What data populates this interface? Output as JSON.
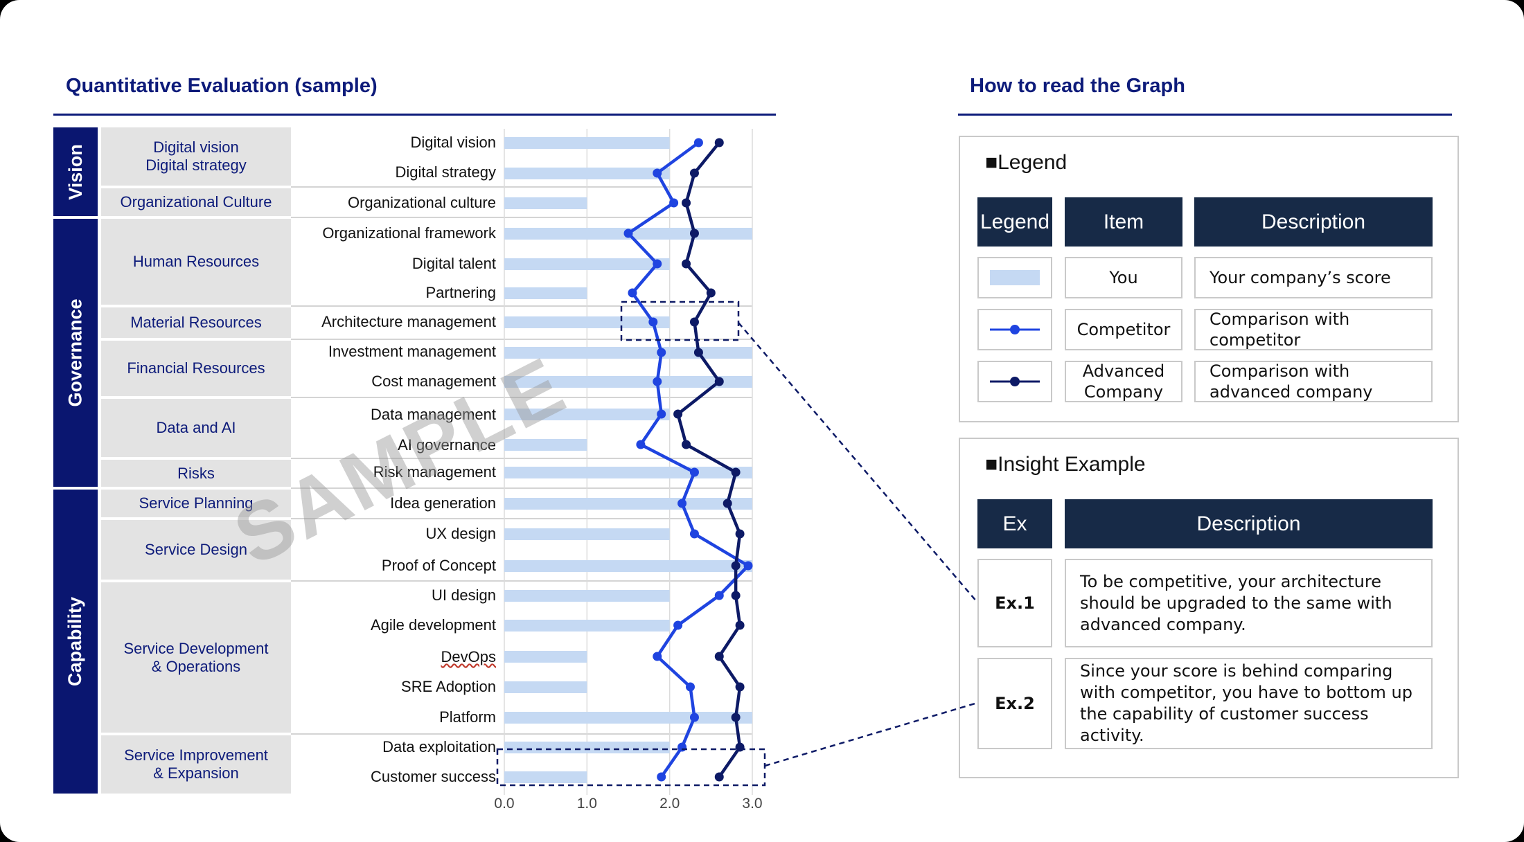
{
  "left": {
    "title": "Quantitative Evaluation (sample)",
    "watermark": "SAMPLE",
    "bands": [
      "Vision",
      "Governance",
      "Capability"
    ],
    "categories": [
      "Digital vision\nDigital strategy",
      "Organizational Culture",
      "Human Resources",
      "Material Resources",
      "Financial Resources",
      "Data and AI",
      "Risks",
      "Service Planning",
      "Service Design",
      "Service Development\n& Operations",
      "Service Improvement\n& Expansion"
    ]
  },
  "right": {
    "title": "How to read the Graph",
    "legend_panel": {
      "heading": "■Legend",
      "headers": [
        "Legend",
        "Item",
        "Description"
      ],
      "rows": [
        {
          "item": "You",
          "description": "Your company’s score"
        },
        {
          "item": "Competitor",
          "description": "Comparison with competitor"
        },
        {
          "item": "Advanced Company",
          "description": "Comparison with advanced company"
        }
      ]
    },
    "insight_panel": {
      "heading": "■Insight Example",
      "headers": [
        "Ex",
        "Description"
      ],
      "rows": [
        {
          "ex": "Ex.1",
          "description": "To be competitive, your architecture should be upgraded to the same with advanced company."
        },
        {
          "ex": "Ex.2",
          "description": "Since your score is behind comparing with competitor, you have to bottom up the capability of customer success activity."
        }
      ]
    }
  },
  "chart_data": {
    "type": "bar",
    "orientation": "horizontal",
    "categories": [
      "Digital vision",
      "Digital strategy",
      "Organizational culture",
      "Organizational framework",
      "Digital talent",
      "Partnering",
      "Architecture management",
      "Investment management",
      "Cost management",
      "Data management",
      "AI governance",
      "Risk management",
      "Idea generation",
      "UX design",
      "Proof of Concept",
      "UI design",
      "Agile development",
      "DevOps",
      "SRE Adoption",
      "Platform",
      "Data exploitation",
      "Customer success"
    ],
    "xlim": [
      0,
      3
    ],
    "xticks": [
      "0.0",
      "1.0",
      "2.0",
      "3.0"
    ],
    "grid": true,
    "series": [
      {
        "name": "You",
        "type": "bar",
        "color": "#c5d9f3",
        "values": [
          2,
          2,
          1,
          3,
          2,
          1,
          2,
          3,
          3,
          2,
          1,
          3,
          3,
          2,
          3,
          2,
          2,
          1,
          1,
          3,
          2,
          1
        ]
      },
      {
        "name": "Competitor",
        "type": "line",
        "color": "#1f44e0",
        "values": [
          2.35,
          1.85,
          2.05,
          1.5,
          1.85,
          1.55,
          1.8,
          1.9,
          1.85,
          1.9,
          1.65,
          2.3,
          2.15,
          2.3,
          2.95,
          2.6,
          2.1,
          1.85,
          2.25,
          2.3,
          2.15,
          1.9
        ]
      },
      {
        "name": "Advanced Company",
        "type": "line",
        "color": "#0d1a66",
        "values": [
          2.6,
          2.3,
          2.2,
          2.3,
          2.2,
          2.5,
          2.3,
          2.35,
          2.6,
          2.1,
          2.2,
          2.8,
          2.7,
          2.85,
          2.8,
          2.8,
          2.85,
          2.6,
          2.85,
          2.8,
          2.85,
          2.6
        ]
      }
    ]
  }
}
